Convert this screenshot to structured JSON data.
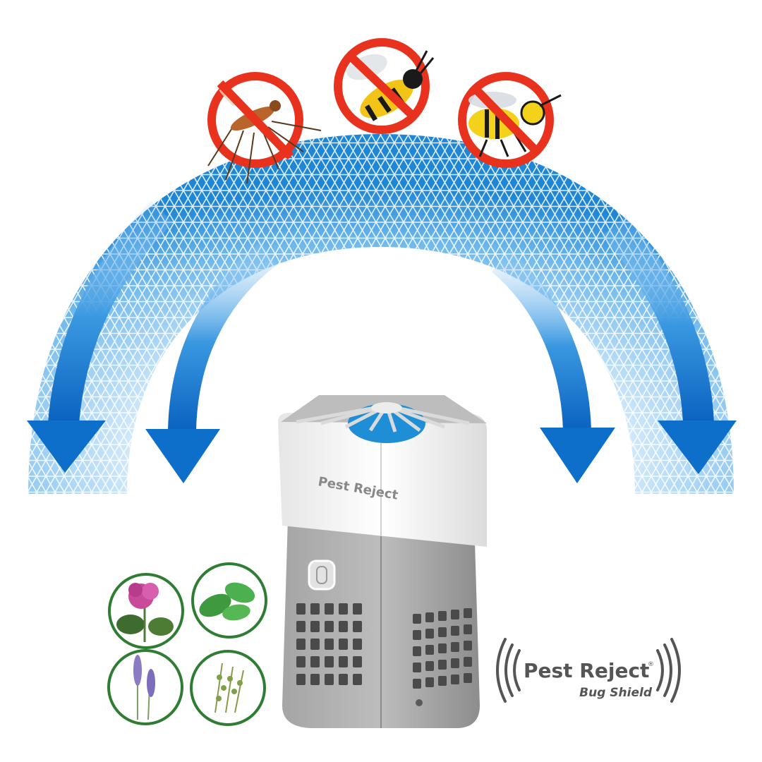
{
  "brand": {
    "name": "Pest Reject",
    "trademark": "®",
    "tagline": "Bug Shield",
    "device_logo": "Pest Reject"
  },
  "colors": {
    "shield_blue": "#1a7fd4",
    "arrow_blue": "#0d6fc9",
    "ban_red": "#e8321e",
    "herb_ring_green": "#2e7d32",
    "device_white": "#f4f4f4",
    "device_grey": "#9a9a9a",
    "brand_text": "#555555"
  },
  "pests": [
    {
      "name": "mosquito",
      "icon": "mosquito-icon"
    },
    {
      "name": "bee",
      "icon": "bee-icon"
    },
    {
      "name": "wasp",
      "icon": "wasp-icon"
    }
  ],
  "herbs": [
    {
      "name": "geranium",
      "icon": "geranium-icon"
    },
    {
      "name": "mint",
      "icon": "mint-icon"
    },
    {
      "name": "lavender",
      "icon": "lavender-icon"
    },
    {
      "name": "thyme",
      "icon": "thyme-icon"
    }
  ]
}
